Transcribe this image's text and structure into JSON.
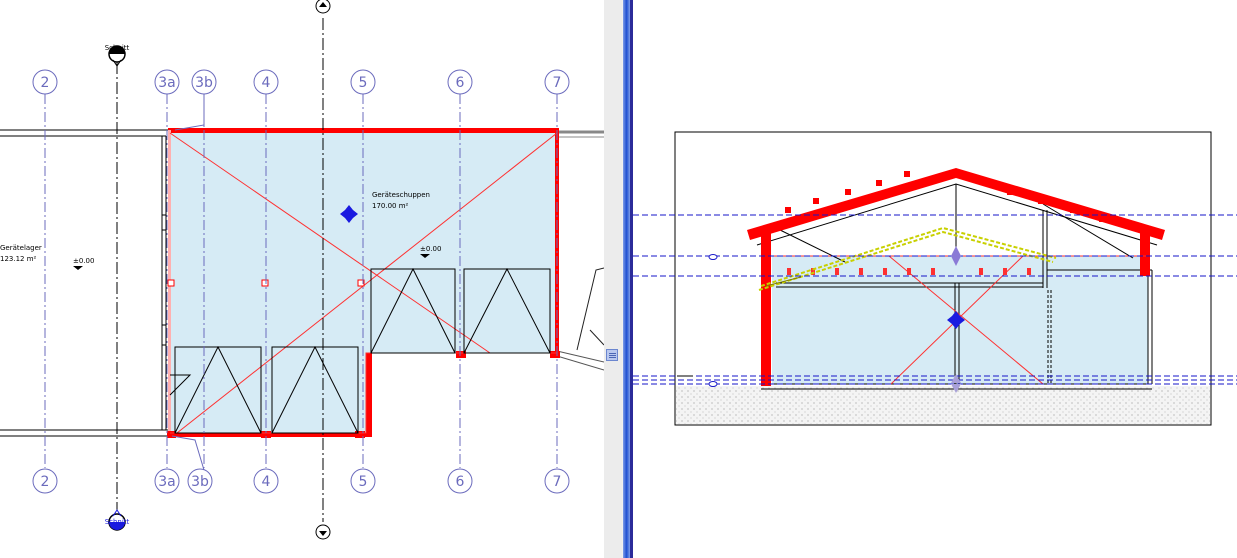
{
  "plan": {
    "grid_top": [
      "2",
      "3a",
      "3b",
      "4",
      "5",
      "6",
      "7"
    ],
    "grid_bottom": [
      "2",
      "3a",
      "3b",
      "4",
      "5",
      "6",
      "7"
    ],
    "section_marker_top": "Schnitt",
    "section_marker_bottom": "Schnitt",
    "room_left": {
      "name": "Gerätelager",
      "area": "123.12 m²",
      "level": "±0.00"
    },
    "room_main": {
      "name": "Geräteschuppen",
      "area": "170.00 m²",
      "level": "±0.00"
    }
  },
  "colors": {
    "cut_red": "#ff0000",
    "fill_blue": "#d6ebf5",
    "grid_blue": "#6b6bbd",
    "dashed_blue": "#1515c8",
    "handle_blue": "#1a1ae0"
  },
  "icons": [
    "move-handle-icon",
    "splitter-grip-icon",
    "section-head-icon",
    "elevation-marker-icon"
  ]
}
